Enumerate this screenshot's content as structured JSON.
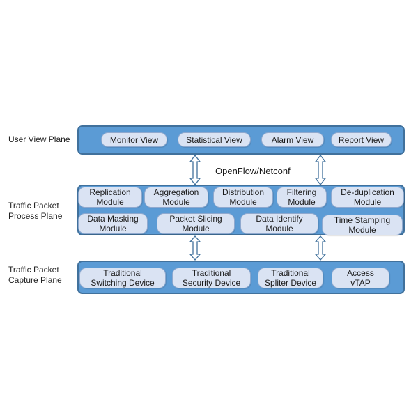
{
  "colors": {
    "plane_fill": "#5b9bd5",
    "plane_border": "#41719c",
    "pill_fill": "#dae3f3",
    "pill_border": "#8fa9cf"
  },
  "planes": {
    "user_view": {
      "label": "User View Plane",
      "modules": [
        "Monitor View",
        "Statistical View",
        "Alarm View",
        "Report View"
      ]
    },
    "process": {
      "label": "Traffic Packet\nProcess Plane",
      "modules_row1": [
        "Replication\nModule",
        "Aggregation\nModule",
        "Distribution\nModule",
        "Filtering\nModule",
        "De-duplication\nModule"
      ],
      "modules_row2": [
        "Data Masking\nModule",
        "Packet Slicing\nModule",
        "Data Identify\nModule",
        "Time Stamping\nModule"
      ]
    },
    "capture": {
      "label": "Traffic Packet\nCapture Plane",
      "modules": [
        "Traditional\nSwitching Device",
        "Traditional\nSecurity Device",
        "Traditional\nSpliter Device",
        "Access\nvTAP"
      ]
    }
  },
  "protocol_label": "OpenFlow/Netconf"
}
